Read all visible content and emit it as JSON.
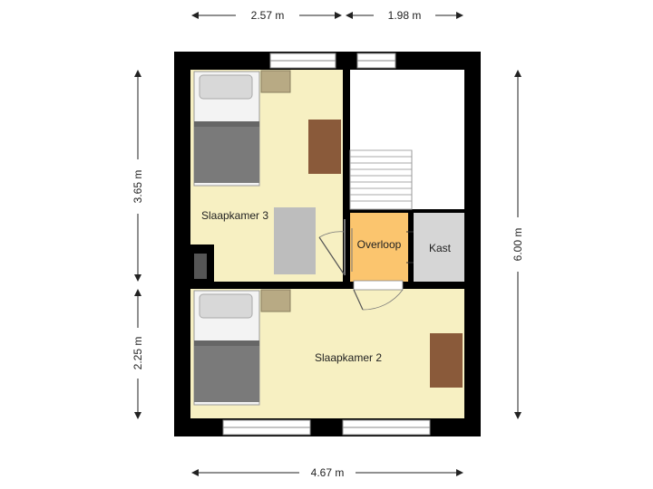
{
  "colors": {
    "wall": "#000000",
    "room_fill": "#f7f0c2",
    "landing_fill": "#fbc56e",
    "closet_fill": "#d6d6d6",
    "stair_fill": "#ffffff",
    "bed_blanket": "#7a7a7a",
    "pillow": "#d8d8d8",
    "desk": "#8a5a3a",
    "rug": "#bdbdbd",
    "window": "#ffffff"
  },
  "rooms": {
    "bedroom3": "Slaapkamer 3",
    "bedroom2": "Slaapkamer 2",
    "landing": "Overloop",
    "closet": "Kast"
  },
  "dimensions": {
    "top_left": "2.57 m",
    "top_right": "1.98 m",
    "bottom": "4.67 m",
    "left_upper": "3.65 m",
    "left_lower": "2.25 m",
    "right": "6.00 m"
  }
}
